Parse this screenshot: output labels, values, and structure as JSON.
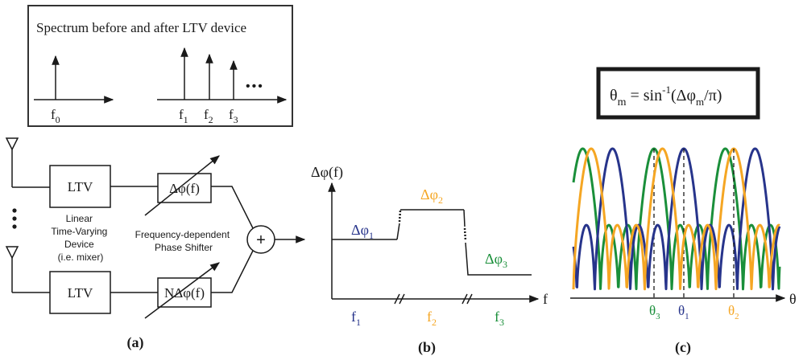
{
  "colors": {
    "blue": "#27348b",
    "orange": "#f5a623",
    "green": "#1a8f3a",
    "black": "#1a1a1a"
  },
  "spectrum_box": {
    "title": "Spectrum before and after LTV device",
    "f0": "f",
    "f0_sub": "0",
    "f1": "f",
    "f1_sub": "1",
    "f2": "f",
    "f2_sub": "2",
    "f3": "f",
    "f3_sub": "3",
    "ellipsis": "•••"
  },
  "panel_a": {
    "ltv_top": "LTV",
    "ltv_bottom": "LTV",
    "phase_top": "Δφ(f)",
    "phase_bottom": "NΔφ(f)",
    "ltv_desc": [
      "Linear",
      "Time-Varying",
      "Device",
      "(i.e. mixer)"
    ],
    "shifter_desc": [
      "Frequency-dependent",
      "Phase Shifter"
    ],
    "sum_symbol": "+",
    "vdots": "⋮",
    "label": "(a)"
  },
  "panel_b": {
    "y_axis_label": "Δφ(f)",
    "x_axis_label": "f",
    "dphi1": "Δφ",
    "dphi1_sub": "1",
    "dphi2": "Δφ",
    "dphi2_sub": "2",
    "dphi3": "Δφ",
    "dphi3_sub": "3",
    "f1": "f",
    "f1_sub": "1",
    "f2": "f",
    "f2_sub": "2",
    "f3": "f",
    "f3_sub": "3",
    "label": "(b)"
  },
  "panel_c": {
    "formula_left": "θ",
    "formula_left_sub": "m",
    "formula_eq": " = sin",
    "formula_sup": "-1",
    "formula_arg_open": "(Δφ",
    "formula_arg_sub": "m",
    "formula_arg_close": "/π)",
    "x_axis_label": "θ",
    "theta3": "θ",
    "theta3_sub": "3",
    "theta1": "θ",
    "theta1_sub": "1",
    "theta2": "θ",
    "theta2_sub": "2",
    "label": "(c)"
  }
}
